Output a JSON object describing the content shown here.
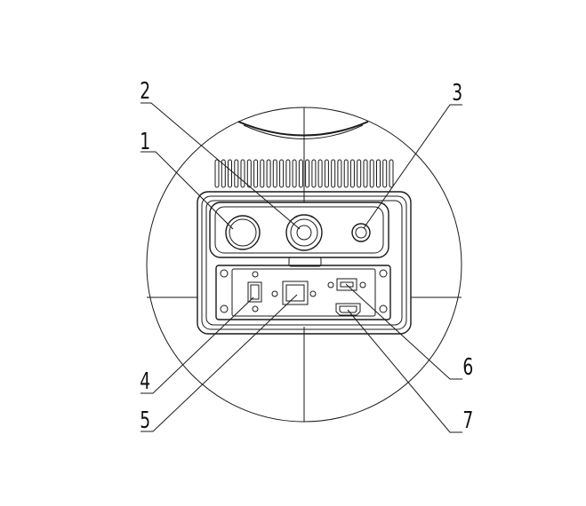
{
  "callouts": [
    {
      "id": "1",
      "text": "1"
    },
    {
      "id": "2",
      "text": "2"
    },
    {
      "id": "3",
      "text": "3"
    },
    {
      "id": "4",
      "text": "4"
    },
    {
      "id": "5",
      "text": "5"
    },
    {
      "id": "6",
      "text": "6"
    },
    {
      "id": "7",
      "text": "7"
    }
  ],
  "colors": {
    "line": "#1a1a1a",
    "background": "#ffffff"
  }
}
